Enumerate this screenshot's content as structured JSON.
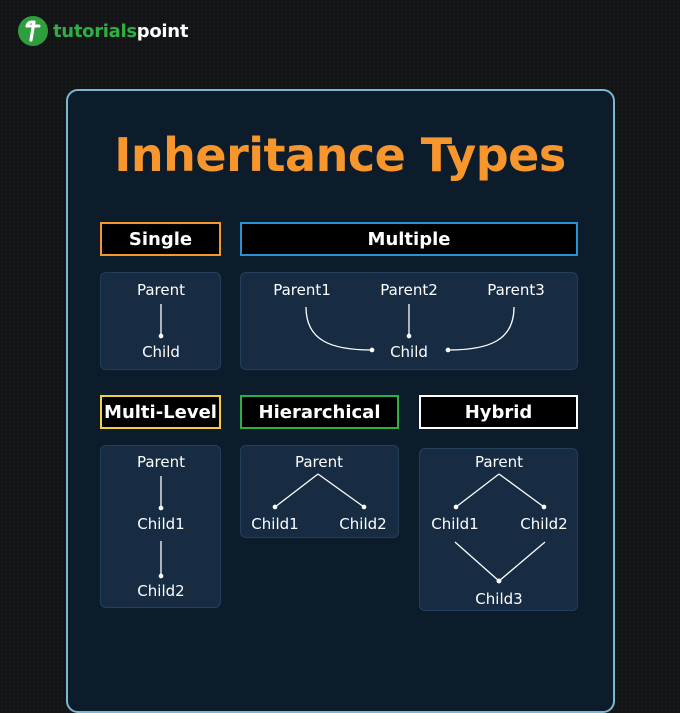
{
  "brand": {
    "part1": "tutorials",
    "part2": "point"
  },
  "title": "Inheritance Types",
  "sections": {
    "single": {
      "label": "Single",
      "parent": "Parent",
      "child": "Child",
      "border": "#f6962c"
    },
    "multiple": {
      "label": "Multiple",
      "parents": [
        "Parent1",
        "Parent2",
        "Parent3"
      ],
      "child": "Child",
      "border": "#2e8fd1"
    },
    "multilevel": {
      "label": "Multi-Level",
      "parent": "Parent",
      "child1": "Child1",
      "child2": "Child2",
      "border": "#f2d13b"
    },
    "hierarchical": {
      "label": "Hierarchical",
      "parent": "Parent",
      "child1": "Child1",
      "child2": "Child2",
      "border": "#2fae44"
    },
    "hybrid": {
      "label": "Hybrid",
      "parent": "Parent",
      "child1": "Child1",
      "child2": "Child2",
      "child3": "Child3",
      "border": "#ffffff"
    }
  },
  "colors": {
    "title": "#f6962c",
    "background": "#121416",
    "panel_border": "#7fb6cf",
    "card": "#172c42"
  }
}
